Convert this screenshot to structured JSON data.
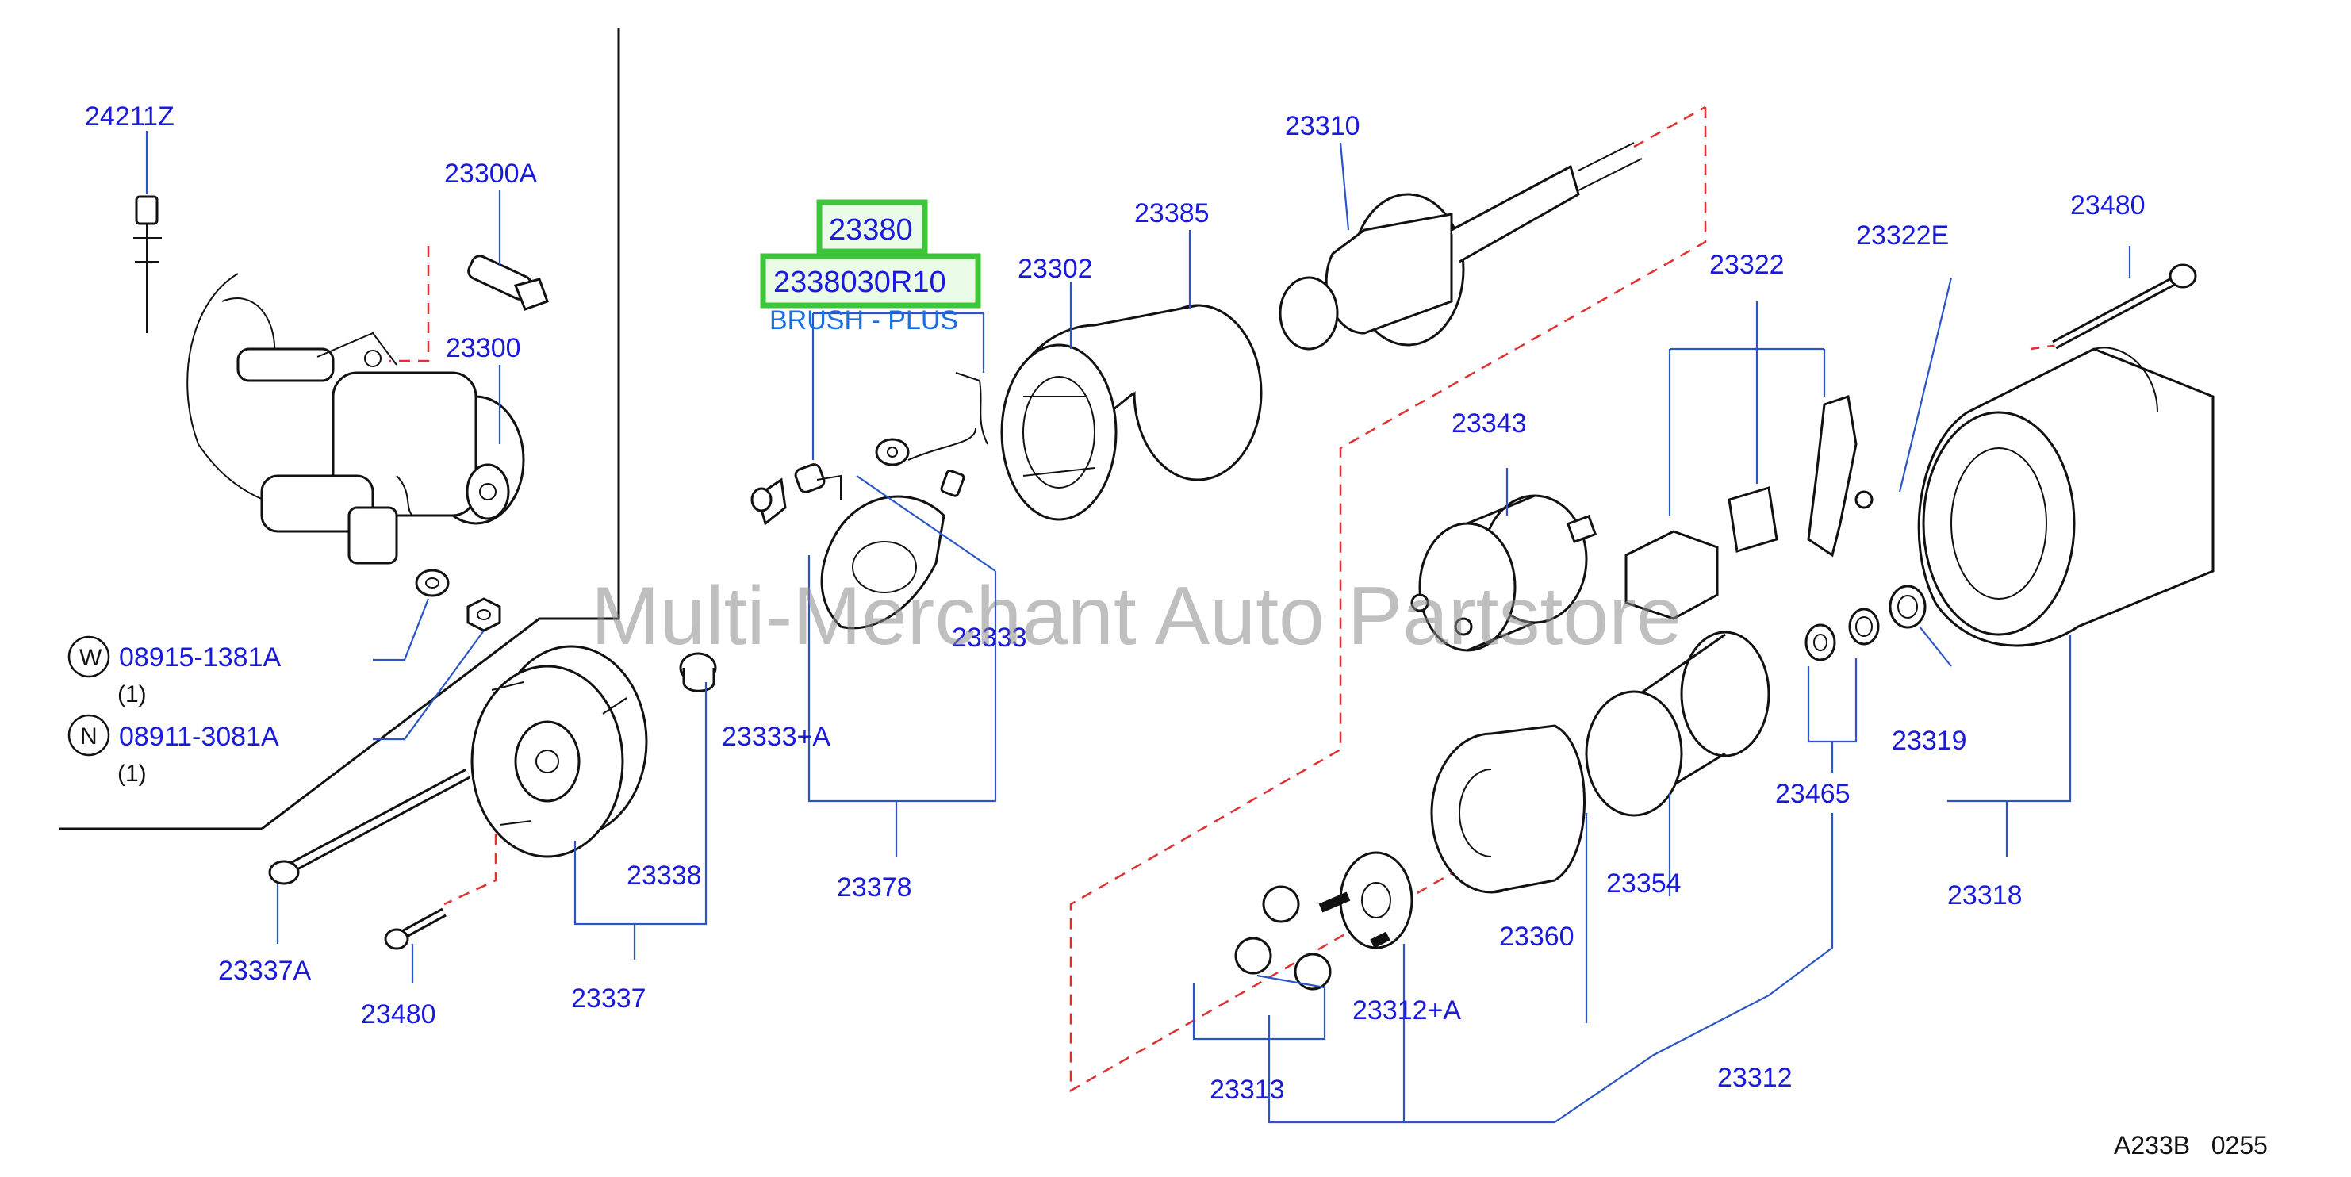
{
  "parts": {
    "p24211Z": "24211Z",
    "p23300A": "23300A",
    "p23300": "23300",
    "p23380": "23380",
    "p2338030R10": "2338030R10",
    "brush_desc": "BRUSH - PLUS",
    "p23302": "23302",
    "p23385": "23385",
    "p23310": "23310",
    "p23322E": "23322E",
    "p23322": "23322",
    "p23480_top": "23480",
    "p23343": "23343",
    "p23333": "23333",
    "p23333A": "23333+A",
    "p23378": "23378",
    "p23319": "23319",
    "p23465": "23465",
    "p23318": "23318",
    "p23354": "23354",
    "p23360": "23360",
    "p23312A": "23312+A",
    "p23312": "23312",
    "p23313": "23313",
    "p23338": "23338",
    "p23337A": "23337A",
    "p23337": "23337",
    "p23480_bottom": "23480"
  },
  "fasteners": {
    "washer_mark": "W",
    "washer_part": "08915-1381A",
    "washer_qty": "(1)",
    "nut_mark": "N",
    "nut_part": "08911-3081A",
    "nut_qty": "(1)"
  },
  "watermark": "Multi-Merchant Auto Partstore",
  "diagram_code": "A233B   0255",
  "colors": {
    "part_number": "#1a1adb",
    "description": "#1a6fe0",
    "highlight_border": "#3ec63a",
    "highlight_fill": "#eafbe7",
    "dashed_line": "#e03030"
  }
}
